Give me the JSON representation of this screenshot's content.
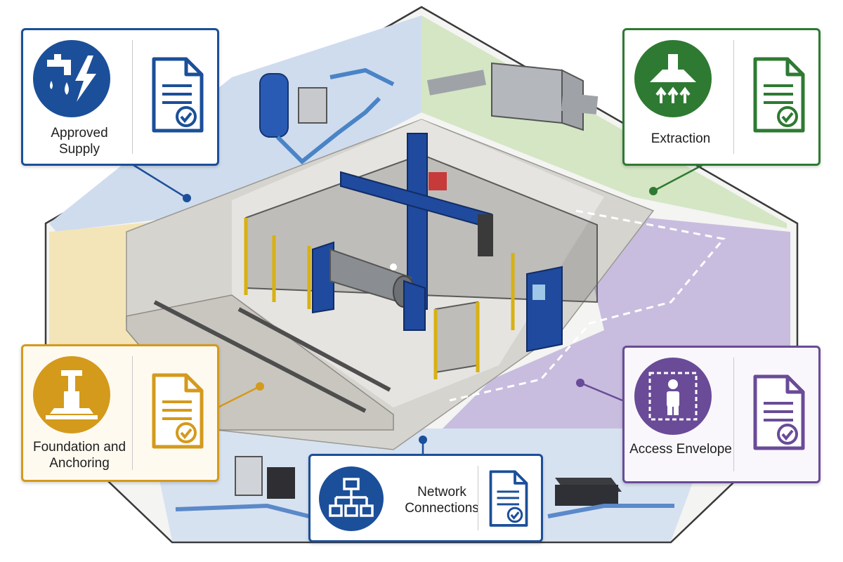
{
  "colors": {
    "supply": "#1b4f99",
    "extraction": "#2e7a32",
    "foundation": "#d49a1c",
    "access": "#6a4b97",
    "network": "#1b4f99"
  },
  "cards": {
    "supply": {
      "label": "Approved\nSupply",
      "icon": "tap-lightning-icon",
      "doc_icon": "document-check-icon"
    },
    "extraction": {
      "label": "Extraction",
      "icon": "extraction-hood-icon",
      "doc_icon": "document-check-icon"
    },
    "foundation": {
      "label": "Foundation and\nAnchoring",
      "icon": "anchor-bolt-icon",
      "doc_icon": "document-check-icon"
    },
    "access": {
      "label": "Access Envelope",
      "icon": "person-envelope-icon",
      "doc_icon": "document-check-icon"
    },
    "network": {
      "label": "Network\nConnections",
      "icon": "network-topology-icon",
      "doc_icon": "document-check-icon"
    }
  }
}
